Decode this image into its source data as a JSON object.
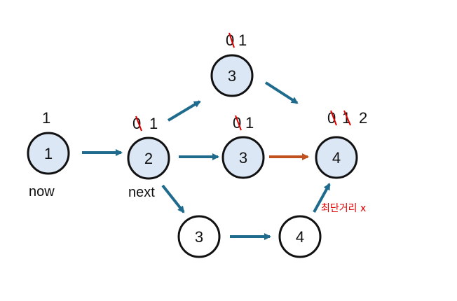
{
  "colors": {
    "visited_fill": "#dce7f5",
    "unvisited_fill": "#ffffff",
    "stroke": "#111111",
    "edge": "#1f6b8e",
    "highlight_edge": "#c0501d",
    "strike": "#e00000",
    "note": "#e00000"
  },
  "nodes": [
    {
      "id": "n1",
      "label": "1",
      "visited": true
    },
    {
      "id": "n2",
      "label": "2",
      "visited": true
    },
    {
      "id": "n3t",
      "label": "3",
      "visited": true
    },
    {
      "id": "n3m",
      "label": "3",
      "visited": true
    },
    {
      "id": "n4",
      "label": "4",
      "visited": true
    },
    {
      "id": "n3b",
      "label": "3",
      "visited": false
    },
    {
      "id": "n4b",
      "label": "4",
      "visited": false
    }
  ],
  "captions": {
    "now": "now",
    "next": "next"
  },
  "counters": {
    "n1": {
      "old": [],
      "current": "1"
    },
    "n2": {
      "old": [
        "0"
      ],
      "current": "1"
    },
    "n3t": {
      "old": [
        "0"
      ],
      "current": "1"
    },
    "n3m": {
      "old": [
        "0"
      ],
      "current": "1"
    },
    "n4": {
      "old": [
        "0",
        "1"
      ],
      "current": "2"
    }
  },
  "edges": [
    {
      "from": "n1",
      "to": "n2",
      "highlight": false
    },
    {
      "from": "n2",
      "to": "n3t",
      "highlight": false
    },
    {
      "from": "n2",
      "to": "n3m",
      "highlight": false
    },
    {
      "from": "n2",
      "to": "n3b",
      "highlight": false
    },
    {
      "from": "n3t",
      "to": "n4",
      "highlight": false
    },
    {
      "from": "n3m",
      "to": "n4",
      "highlight": true
    },
    {
      "from": "n3b",
      "to": "n4b",
      "highlight": false
    },
    {
      "from": "n4b",
      "to": "n4",
      "highlight": false
    }
  ],
  "note": "최단거리 x"
}
